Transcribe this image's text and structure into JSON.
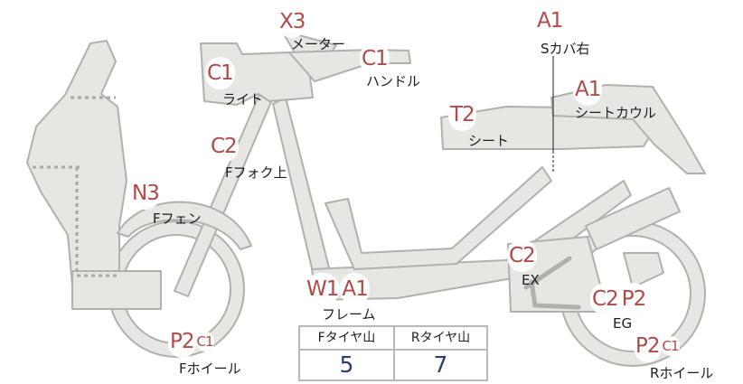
{
  "diagram": {
    "parts": [
      {
        "id": "meter",
        "codes": [
          "X3"
        ],
        "label": "メーター"
      },
      {
        "id": "light",
        "codes": [
          "C1"
        ],
        "label": "ライト"
      },
      {
        "id": "handle",
        "codes": [
          "C1"
        ],
        "label": "ハンドル"
      },
      {
        "id": "side-cover-right",
        "codes": [
          "A1"
        ],
        "label": "Sカバ右"
      },
      {
        "id": "seat-cowl",
        "codes": [
          "A1"
        ],
        "label": "シートカウル"
      },
      {
        "id": "seat",
        "codes": [
          "T2"
        ],
        "label": "シート"
      },
      {
        "id": "fork-upper",
        "codes": [
          "C2"
        ],
        "label": "Fフォク上"
      },
      {
        "id": "front-fender",
        "codes": [
          "N3"
        ],
        "label": "Fフェン"
      },
      {
        "id": "frame",
        "codes": [
          "W1",
          "A1"
        ],
        "label": "フレーム"
      },
      {
        "id": "exhaust",
        "codes": [
          "C2"
        ],
        "label": "EX"
      },
      {
        "id": "engine",
        "codes": [
          "C2",
          "P2"
        ],
        "label": "EG"
      },
      {
        "id": "front-wheel",
        "codes": [
          "P2",
          "C1"
        ],
        "label": "Fホイール"
      },
      {
        "id": "rear-wheel",
        "codes": [
          "P2",
          "C1"
        ],
        "label": "Rホイール"
      }
    ],
    "tire_tread": {
      "headers": [
        "Fタイヤ山",
        "Rタイヤ山"
      ],
      "values": [
        "5",
        "7"
      ]
    },
    "colors": {
      "part_fill": "#e6e6e3",
      "part_stroke": "#b0b0ad",
      "code_text": "#b04a4a",
      "value_text": "#2c3f6e"
    }
  }
}
